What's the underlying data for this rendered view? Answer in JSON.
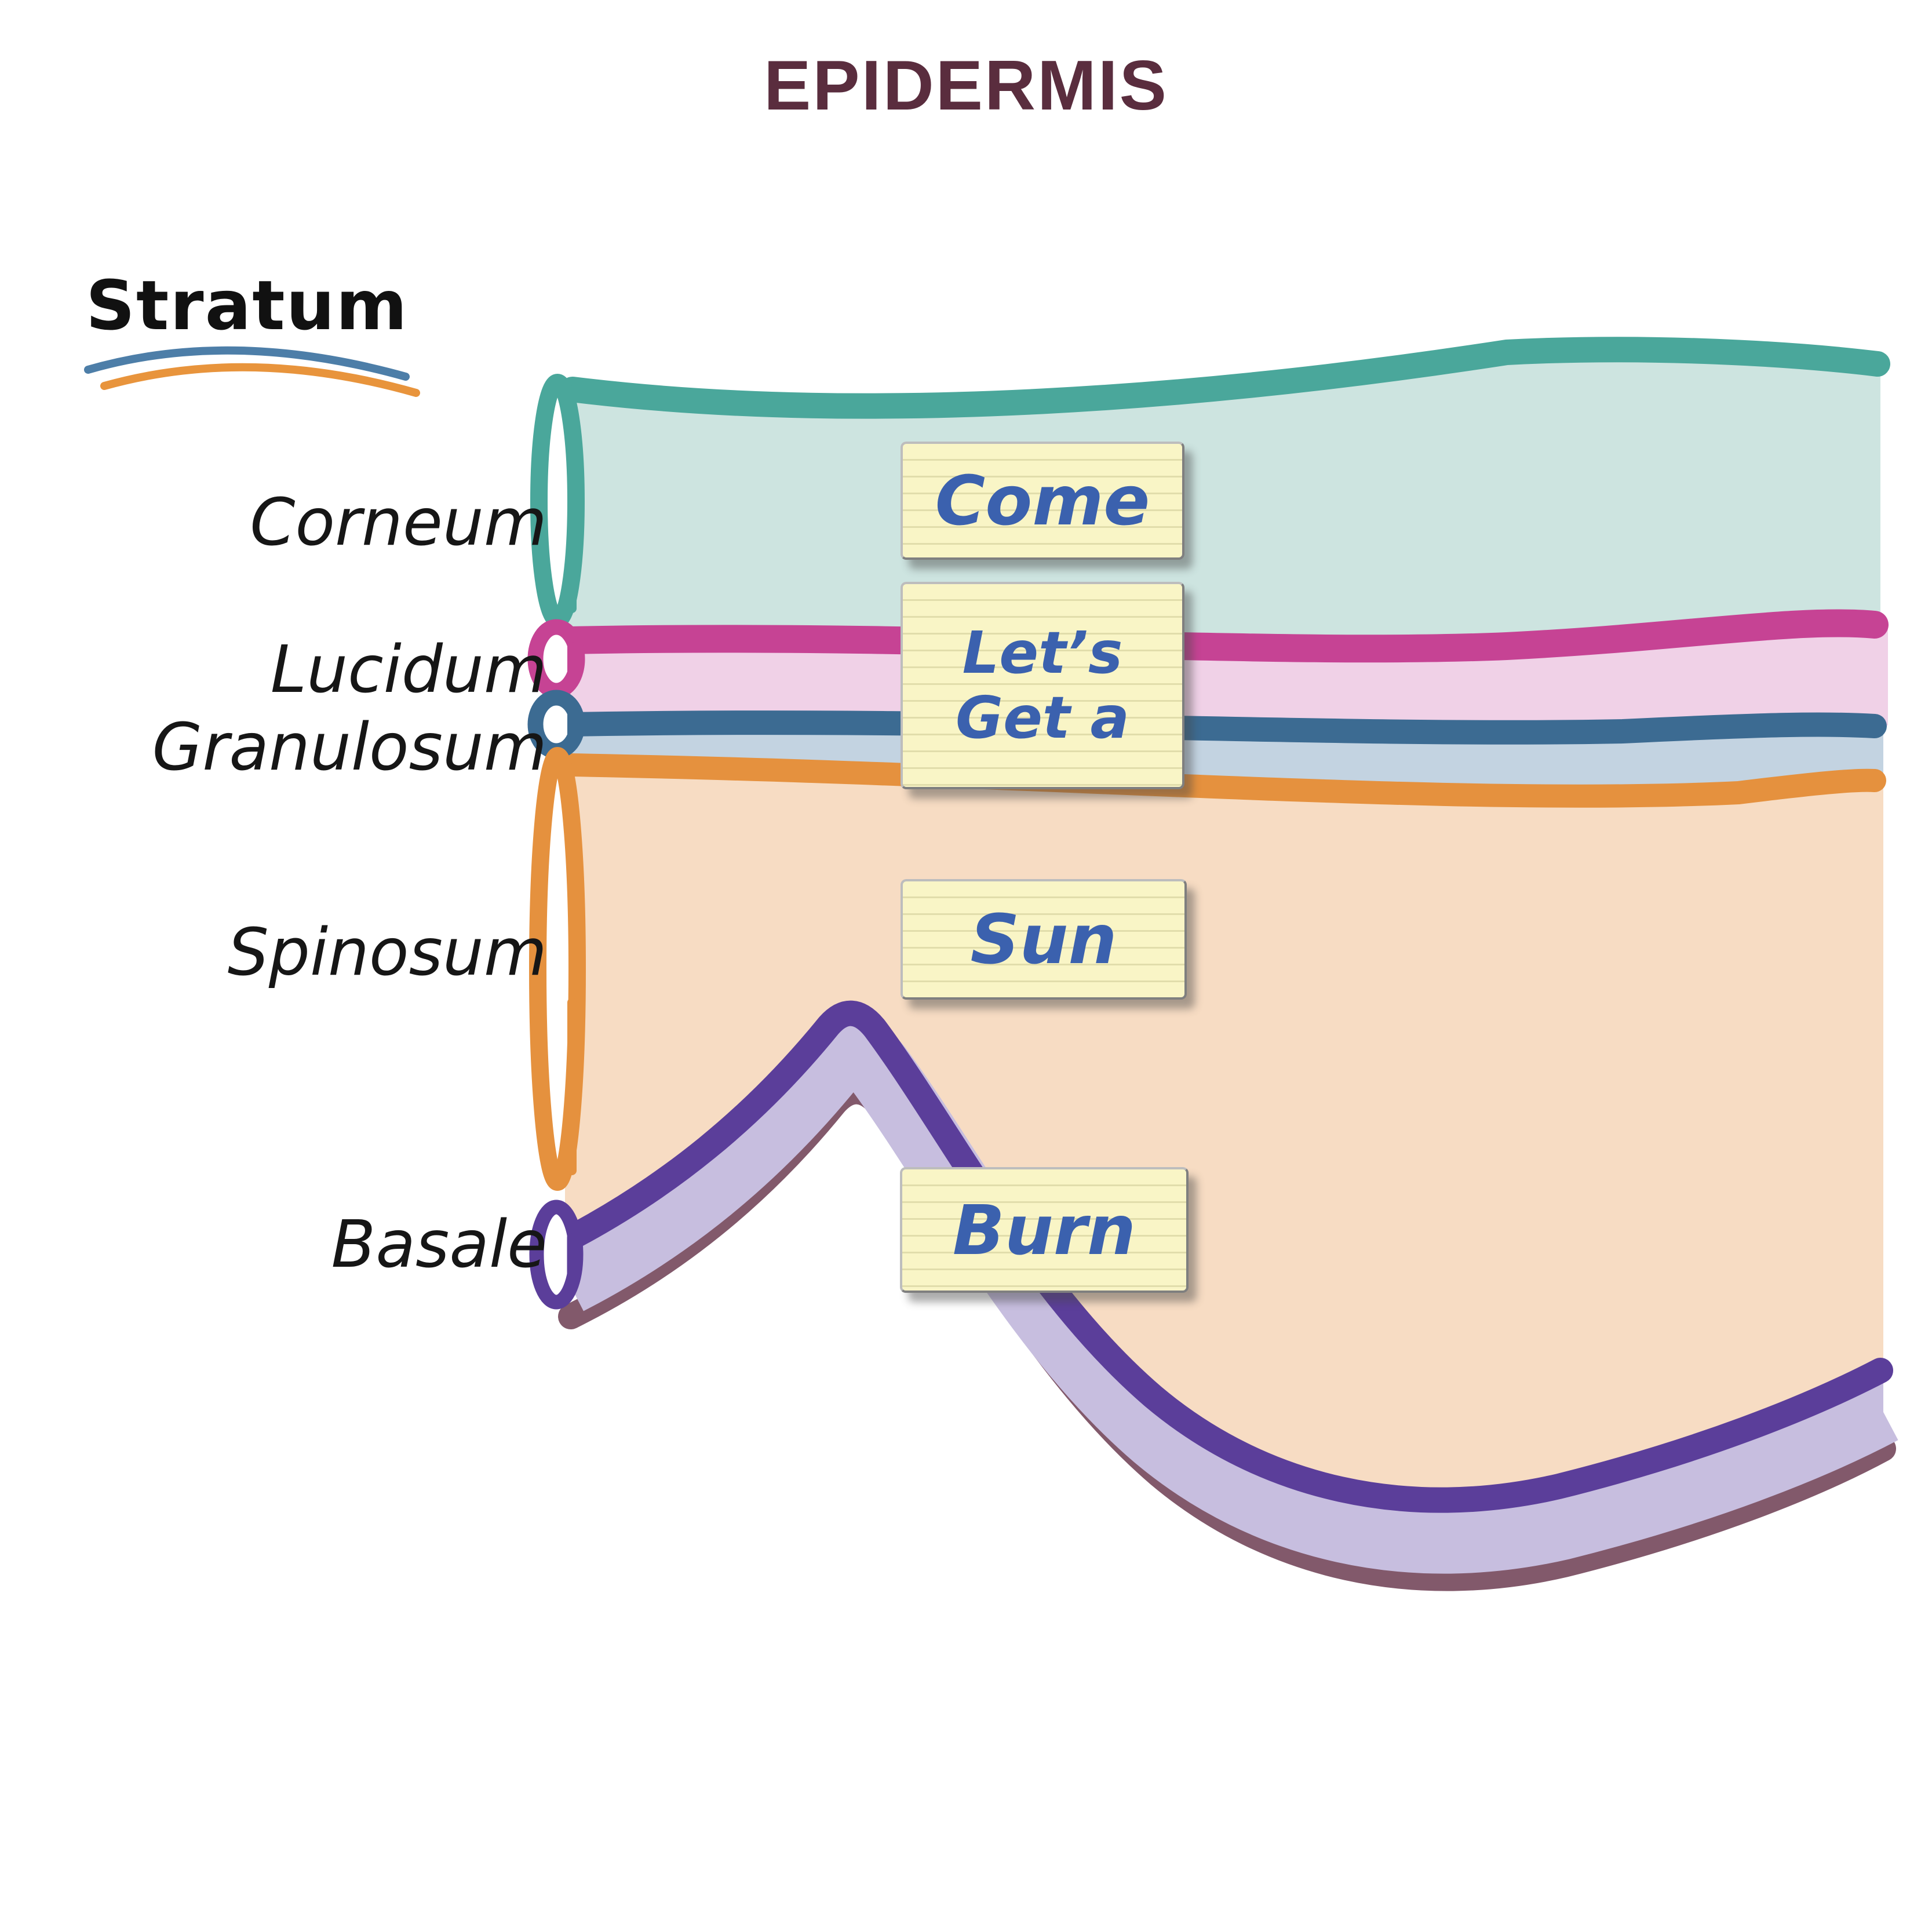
{
  "title": "EPIDERMIS",
  "legend_heading": "Stratum",
  "layers": [
    {
      "name": "Corneum",
      "fill": "#CDE4E0",
      "stroke": "#4AA79B"
    },
    {
      "name": "Lucidum",
      "fill": "#F0D1E7",
      "stroke": "#C64394"
    },
    {
      "name": "Granulosum",
      "fill": "#C3D3E1",
      "stroke": "#3C6B92"
    },
    {
      "name": "Spinosum",
      "fill": "#F7DCC3",
      "stroke": "#E5913E"
    },
    {
      "name": "Basale",
      "fill": "#C7BEDF",
      "stroke": "#5B3E9A",
      "basement_stroke": "#82596B"
    }
  ],
  "notes": [
    {
      "text": "Come"
    },
    {
      "line1": "Let’s",
      "line2": "Get a"
    },
    {
      "text": "Sun"
    },
    {
      "text": "Burn"
    }
  ],
  "colors": {
    "title_text": "#5A2D3E",
    "label_text": "#161616",
    "note_background": "#F9F5C6",
    "note_text": "#3B61AE",
    "underline_blue": "#4D7EA8",
    "underline_orange": "#E8943C",
    "background": "#FFFFFF"
  }
}
